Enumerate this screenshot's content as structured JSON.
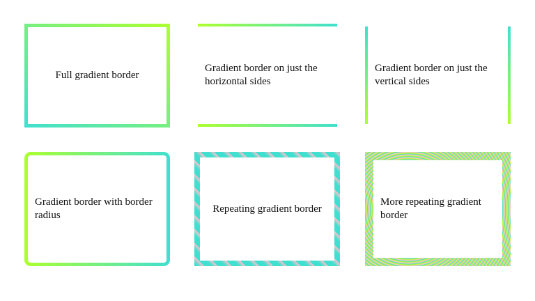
{
  "boxes": [
    {
      "id": "full",
      "label": "Full gradient border",
      "gradient": {
        "from": "#40e0d0",
        "to": "#adff2f",
        "direction": "to top right"
      }
    },
    {
      "id": "horizontal",
      "label": "Gradient border on just the horizontal sides",
      "gradient": {
        "from": "#adff2f",
        "to": "#40e0d0",
        "direction": "to right"
      }
    },
    {
      "id": "vertical",
      "label": "Gradient border on just the vertical sides",
      "gradient": {
        "from": "#40e0d0",
        "to": "#adff2f",
        "direction": "to bottom"
      }
    },
    {
      "id": "radius",
      "label": "Gradient border with border radius",
      "gradient": {
        "from": "#adff2f",
        "to": "#40e0d0",
        "direction": "to right"
      }
    },
    {
      "id": "repeating",
      "label": "Repeating gradient border",
      "colors": [
        "#40e0d0",
        "#ffc0cb"
      ]
    },
    {
      "id": "more-repeating",
      "label": "More repeating gradient border",
      "colors": [
        "#adff2f",
        "#ffc0cb",
        "#40e0d0"
      ]
    }
  ]
}
